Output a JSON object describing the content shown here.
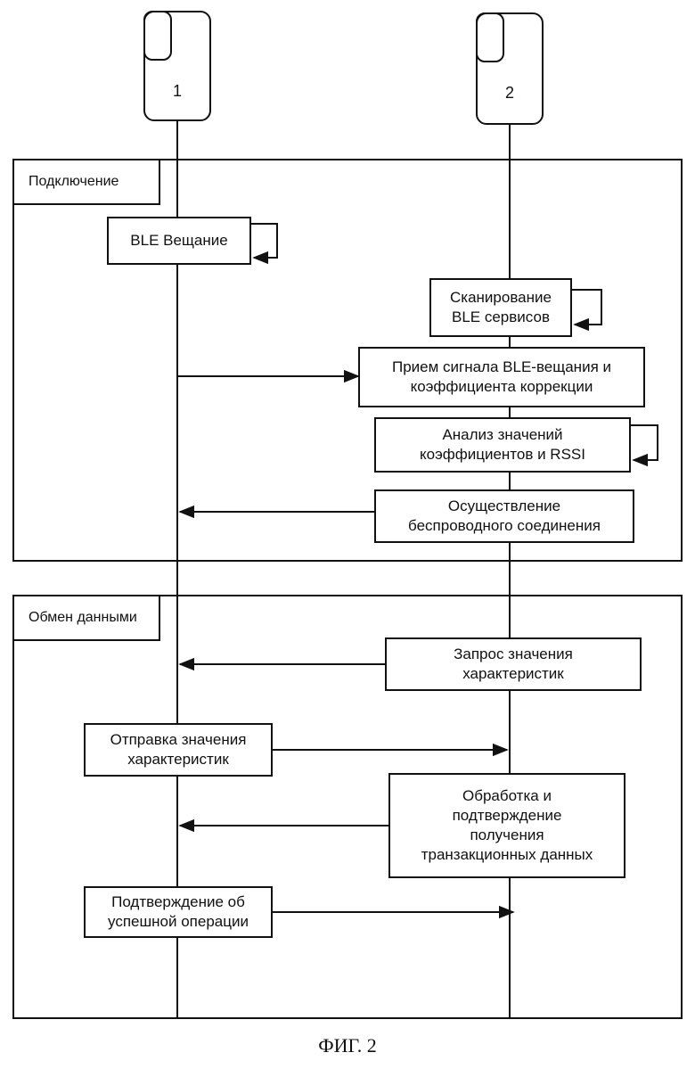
{
  "devices": {
    "device1_label": "1",
    "device2_label": "2"
  },
  "sections": {
    "connection": "Подключение",
    "data_exchange": "Обмен данными"
  },
  "steps": {
    "ble_broadcast": "BLE Вещание",
    "scan_services": "Сканирование\nBLE сервисов",
    "receive_signal": "Прием сигнала BLE-вещания и\nкоэффициента коррекции",
    "analyze_values": "Анализ значений\nкоэффициентов и RSSI",
    "establish_connection": "Осуществление\nбеспроводного соединения",
    "request_characteristics": "Запрос значения\nхарактеристик",
    "send_characteristics": "Отправка значения\nхарактеристик",
    "process_confirm": "Обработка и\nподтверждение\nполучения\nтранзакционных данных",
    "confirm_success": "Подтверждение об\nуспешной операции"
  },
  "caption": "ФИГ. 2"
}
